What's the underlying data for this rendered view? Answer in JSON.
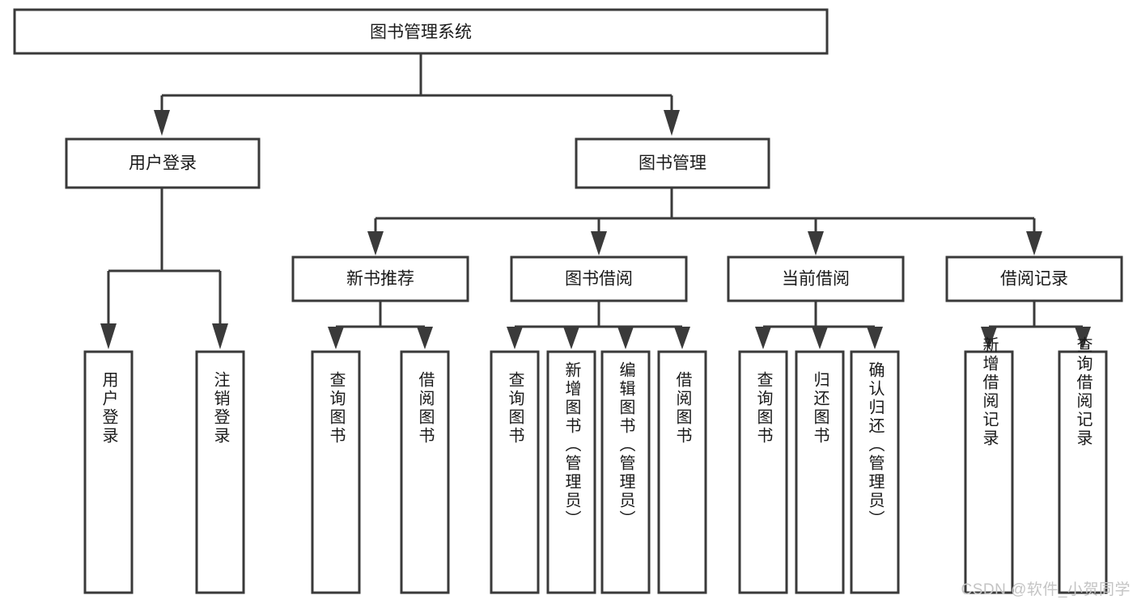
{
  "diagram": {
    "title": "图书管理系统",
    "watermark": "CSDN @软件_小贺同学",
    "colors": {
      "box_stroke": "#3a3a3a",
      "box_fill": "#ffffff",
      "text": "#1a1a1a",
      "background": "#ffffff",
      "watermark": "#c4c4c4"
    },
    "root": {
      "label": "图书管理系统"
    },
    "level1": [
      {
        "label": "用户登录"
      },
      {
        "label": "图书管理"
      }
    ],
    "level2": [
      {
        "label": "新书推荐"
      },
      {
        "label": "图书借阅"
      },
      {
        "label": "当前借阅"
      },
      {
        "label": "借阅记录"
      }
    ],
    "leaves": {
      "user_login": [
        {
          "label": "用户登录"
        },
        {
          "label": "注销登录"
        }
      ],
      "new_book_recommend": [
        {
          "label": "查询图书"
        },
        {
          "label": "借阅图书"
        }
      ],
      "book_borrow": [
        {
          "label": "查询图书"
        },
        {
          "label": "新增图书（管理员）"
        },
        {
          "label": "编辑图书（管理员）"
        },
        {
          "label": "借阅图书"
        }
      ],
      "current_borrow": [
        {
          "label": "查询图书"
        },
        {
          "label": "归还图书"
        },
        {
          "label": "确认归还（管理员）"
        }
      ],
      "borrow_record": [
        {
          "label": "新增借阅记录"
        },
        {
          "label": "查询借阅记录"
        }
      ]
    }
  }
}
